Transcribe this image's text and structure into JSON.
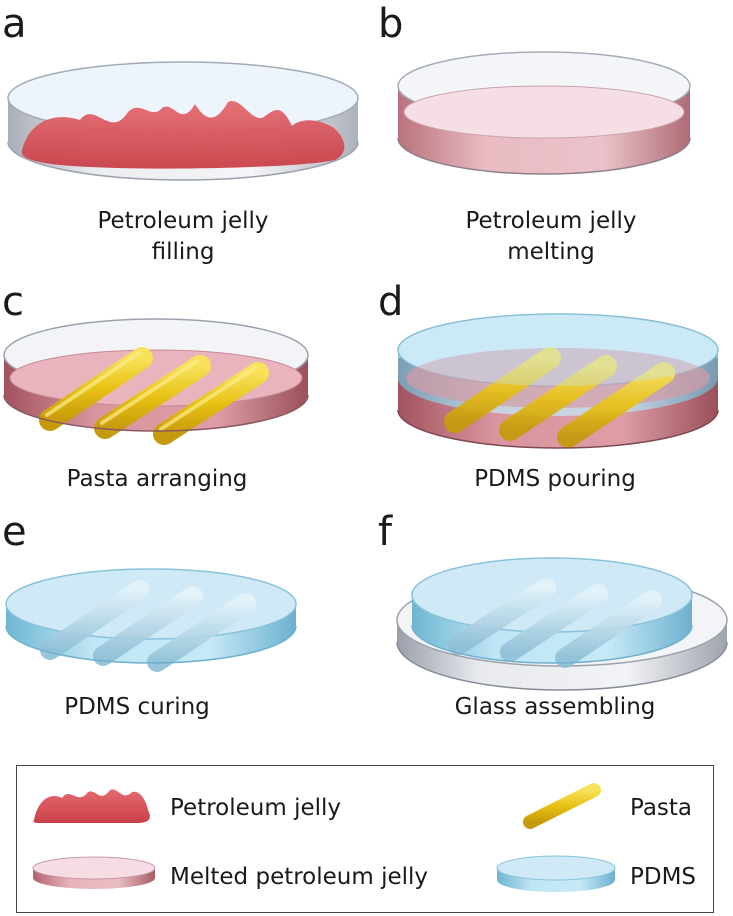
{
  "panels": [
    {
      "letter": "a",
      "caption_line1": "Petroleum jelly",
      "caption_line2": "filling"
    },
    {
      "letter": "b",
      "caption_line1": "Petroleum jelly",
      "caption_line2": "melting"
    },
    {
      "letter": "c",
      "caption_line1": "Pasta arranging",
      "caption_line2": ""
    },
    {
      "letter": "d",
      "caption_line1": "PDMS pouring",
      "caption_line2": ""
    },
    {
      "letter": "e",
      "caption_line1": "PDMS curing",
      "caption_line2": ""
    },
    {
      "letter": "f",
      "caption_line1": "Glass assembling",
      "caption_line2": ""
    }
  ],
  "legend": {
    "petroleum_jelly": "Petroleum jelly",
    "melted_petroleum_jelly": "Melted petroleum jelly",
    "pasta": "Pasta",
    "pdms": "PDMS"
  },
  "colors": {
    "petroleum_jelly": "#d9545a",
    "melted_jelly": "#f3d3da",
    "pasta": "#eac21b",
    "pdms": "#a9dcef",
    "glass": "#e6e8ec"
  }
}
